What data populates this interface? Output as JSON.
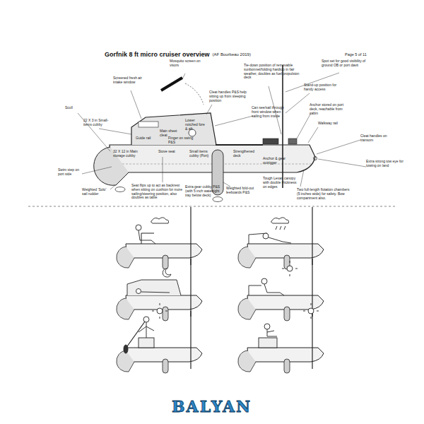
{
  "diagram": {
    "title": "Gorfnik 8 ft micro cruiser overview",
    "labels": [
      "(AF Bourbeau 2019)",
      "Page 5 of 11",
      "Screened fresh air intake window",
      "Mosquito screen on visors",
      "Tie-down position of removable sunbonnet/folding hardtop in fair weather, doubles as fuel propulsion deck",
      "Spot set for good visibility of ground OB or port davit",
      "Stand-up position for handy access",
      "Anchor stored on port deck, reachable from cabin",
      "Walkway rail",
      "Cleat handles on transom",
      "Scull",
      "22 X 3 in Small-items cubby",
      "Main sheet cleat",
      "Lower notched fore & aft",
      "Cleat handles P&S help sitting up from sleeping position",
      "Can see/sail through front window when sailing from inside",
      "Guide rail",
      "Finger on swing P&S",
      "32 X 12 in Main storage cubby",
      "Stove seat",
      "Small items cubby (Port)",
      "Strengthened deck",
      "Anchor & gear outrigger",
      "Extra strong tow eye for towing on land",
      "Swim step on port side",
      "Weighted 'Solo' sail rudder",
      "Seat flips up to act as backrest when sitting on cushion for more sailing/steering position, also doubles as table",
      "Extra gear cubby P&S (with 5 inch watertight tray below deck)",
      "Weighted fold-out leeboards P&S",
      "Tough Lexan canopy with double thickness on edges",
      "Two full-length flotation chambers (5 inches wide) for safety. Bow compartment also.",
      "BALYAN"
    ]
  }
}
